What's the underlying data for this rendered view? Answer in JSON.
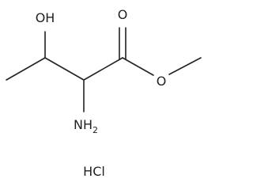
{
  "structure": {
    "hydroxyl_label": "OH",
    "amine_label": "NH",
    "amine_subscript": "2",
    "carbonyl_oxygen_label": "O",
    "ester_oxygen_label": "O",
    "salt_label": "HCl"
  }
}
